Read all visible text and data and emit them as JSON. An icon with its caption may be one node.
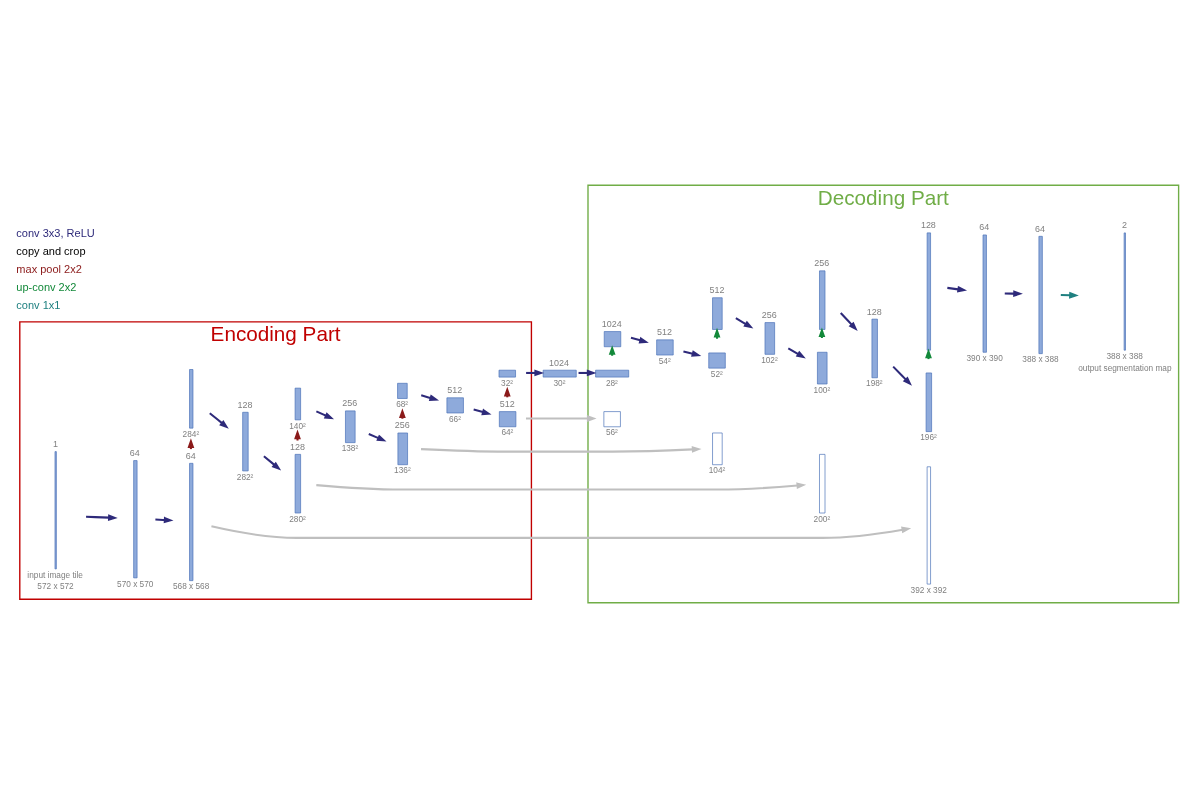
{
  "diagram": {
    "nodes": [
      {
        "text": [
          "Encoding Part"
        ]
      },
      {
        "text": [
          "1"
        ],
        "beside": [
          "input image tile",
          "572 x 572"
        ],
        "in": 0
      },
      {
        "text": [
          "64"
        ],
        "beside": [
          "570 x 570"
        ],
        "in": 0
      },
      {
        "text": [
          "64"
        ],
        "beside": [
          "568 x 568"
        ],
        "in": 0
      },
      {
        "text": [],
        "shape": "bar",
        "beside": [
          "284²"
        ],
        "in": 0
      },
      {
        "text": [
          "128"
        ],
        "beside": [
          "282²"
        ],
        "in": 0
      },
      {
        "text": [
          "128"
        ],
        "beside": [
          "280²"
        ],
        "in": 0
      },
      {
        "text": [],
        "shape": "bar",
        "beside": [
          "140²"
        ],
        "in": 0
      },
      {
        "text": [
          "256"
        ],
        "beside": [
          "138²"
        ],
        "in": 0
      },
      {
        "text": [
          "256"
        ],
        "beside": [
          "136²"
        ],
        "in": 0
      },
      {
        "text": [],
        "shape": "bar",
        "beside": [
          "68²"
        ],
        "in": 0
      },
      {
        "text": [
          "512"
        ],
        "beside": [
          "66²"
        ],
        "in": 0
      },
      {
        "text": [
          "512"
        ],
        "beside": [
          "64²"
        ],
        "in": 0
      },
      {
        "text": [],
        "shape": "bar",
        "beside": [
          "32²"
        ],
        "in": 0
      },
      {
        "text": [
          "1024"
        ],
        "beside": [
          "30²"
        ]
      },
      {
        "text": [
          "Decoding Part"
        ]
      },
      {
        "text": [],
        "shape": "bar",
        "beside": [
          "28²"
        ],
        "in": 15
      },
      {
        "text": [],
        "shape": "box",
        "beside": [
          "56²"
        ],
        "in": 15
      },
      {
        "text": [
          "1024"
        ],
        "in": 15
      },
      {
        "text": [
          "512"
        ],
        "beside": [
          "54²"
        ],
        "in": 15
      },
      {
        "text": [],
        "shape": "bar",
        "beside": [
          "52²"
        ],
        "in": 15
      },
      {
        "text": [],
        "shape": "box",
        "beside": [
          "104²"
        ],
        "in": 15
      },
      {
        "text": [
          "512"
        ],
        "in": 15
      },
      {
        "text": [
          "256"
        ],
        "beside": [
          "102²"
        ],
        "in": 15
      },
      {
        "text": [],
        "shape": "bar",
        "beside": [
          "100²"
        ],
        "in": 15
      },
      {
        "text": [],
        "shape": "box",
        "beside": [
          "200²"
        ],
        "in": 15
      },
      {
        "text": [
          "256"
        ],
        "in": 15
      },
      {
        "text": [
          "128"
        ],
        "beside": [
          "198²"
        ],
        "in": 15
      },
      {
        "text": [],
        "shape": "bar",
        "beside": [
          "196²"
        ],
        "in": 15
      },
      {
        "text": [],
        "shape": "box",
        "beside": [
          "392 x 392"
        ],
        "in": 15
      },
      {
        "text": [
          "128"
        ],
        "in": 15
      },
      {
        "text": [
          "64"
        ],
        "beside": [
          "390 x 390"
        ],
        "in": 15
      },
      {
        "text": [
          "64"
        ],
        "beside": [
          "388 x 388"
        ],
        "in": 15
      },
      {
        "text": [
          "2"
        ],
        "beside": [
          "388 x 388",
          "output segmentation map"
        ],
        "in": 15
      }
    ],
    "edges": [
      {
        "from": 1,
        "to": 2,
        "arrow": "to"
      },
      {
        "from": 2,
        "to": 3,
        "arrow": "to"
      },
      {
        "from": 3,
        "to": 29,
        "arrow": "to",
        "color": "#bfbfbf"
      },
      {
        "from": 3,
        "to": 4,
        "arrow": "to",
        "color": "#8b1a1a"
      },
      {
        "from": 4,
        "to": 5,
        "arrow": "to"
      },
      {
        "from": 5,
        "to": 6,
        "arrow": "to"
      },
      {
        "from": 6,
        "to": 25,
        "arrow": "to",
        "color": "#bfbfbf"
      },
      {
        "from": 6,
        "to": 7,
        "arrow": "to",
        "color": "#8b1a1a"
      },
      {
        "from": 7,
        "to": 8,
        "arrow": "to"
      },
      {
        "from": 8,
        "to": 9,
        "arrow": "to"
      },
      {
        "from": 9,
        "to": 21,
        "arrow": "to",
        "color": "#bfbfbf"
      },
      {
        "from": 9,
        "to": 10,
        "arrow": "to",
        "color": "#8b1a1a"
      },
      {
        "from": 10,
        "to": 11,
        "arrow": "to"
      },
      {
        "from": 11,
        "to": 12,
        "arrow": "to"
      },
      {
        "from": 12,
        "to": 17,
        "arrow": "to",
        "color": "#bfbfbf"
      },
      {
        "from": 12,
        "to": 13,
        "arrow": "to",
        "color": "#8b1a1a"
      },
      {
        "from": 13,
        "to": 14,
        "arrow": "to"
      },
      {
        "from": 14,
        "to": 16,
        "arrow": "to"
      },
      {
        "from": 16,
        "to": 18,
        "arrow": "to",
        "color": "#13893a"
      },
      {
        "from": 18,
        "to": 19,
        "arrow": "to"
      },
      {
        "from": 19,
        "to": 20,
        "arrow": "to"
      },
      {
        "from": 20,
        "to": 22,
        "arrow": "to",
        "color": "#13893a"
      },
      {
        "from": 22,
        "to": 23,
        "arrow": "to"
      },
      {
        "from": 23,
        "to": 24,
        "arrow": "to"
      },
      {
        "from": 24,
        "to": 26,
        "arrow": "to",
        "color": "#13893a"
      },
      {
        "from": 26,
        "to": 27,
        "arrow": "to"
      },
      {
        "from": 27,
        "to": 28,
        "arrow": "to"
      },
      {
        "from": 28,
        "to": 30,
        "arrow": "to",
        "color": "#13893a"
      },
      {
        "from": 30,
        "to": 31,
        "arrow": "to"
      },
      {
        "from": 31,
        "to": 32,
        "arrow": "to"
      },
      {
        "from": 32,
        "to": 33,
        "arrow": "to",
        "color": "#1f8080"
      }
    ],
    "legend": [
      {
        "text": "conv 3x3, ReLU"
      },
      {
        "text": "copy and crop"
      },
      {
        "text": "max pool 2x2"
      },
      {
        "text": "up-conv 2x2"
      },
      {
        "text": "conv 1x1"
      }
    ]
  }
}
